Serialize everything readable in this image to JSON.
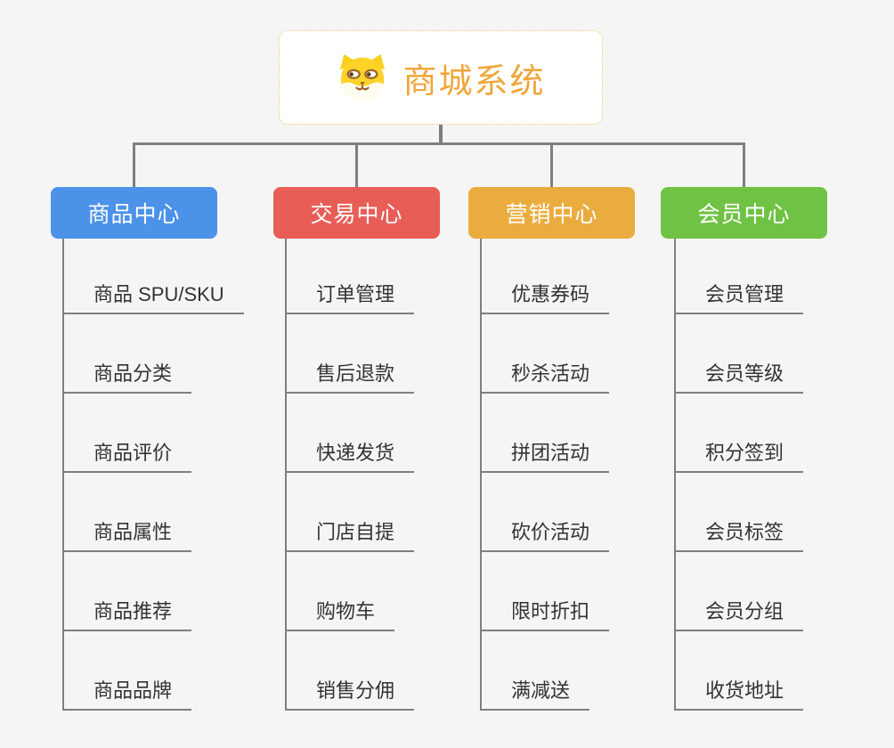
{
  "root": {
    "title": "商城系统",
    "icon": "shiba-dog-face-icon"
  },
  "branches": [
    {
      "label": "商品中心",
      "color": "#4c92e8",
      "items": [
        "商品 SPU/SKU",
        "商品分类",
        "商品评价",
        "商品属性",
        "商品推荐",
        "商品品牌"
      ]
    },
    {
      "label": "交易中心",
      "color": "#e85e57",
      "items": [
        "订单管理",
        "售后退款",
        "快递发货",
        "门店自提",
        "购物车",
        "销售分佣"
      ]
    },
    {
      "label": "营销中心",
      "color": "#ebac3f",
      "items": [
        "优惠券码",
        "秒杀活动",
        "拼团活动",
        "砍价活动",
        "限时折扣",
        "满减送"
      ]
    },
    {
      "label": "会员中心",
      "color": "#70c244",
      "items": [
        "会员管理",
        "会员等级",
        "积分签到",
        "会员标签",
        "会员分组",
        "收货地址"
      ]
    }
  ],
  "colors": {
    "background": "#f5f5f6",
    "connector_line": "#7f7f7f",
    "leaf_text": "#333333",
    "root_text": "#f0a63b",
    "root_border": "#f0c070"
  }
}
